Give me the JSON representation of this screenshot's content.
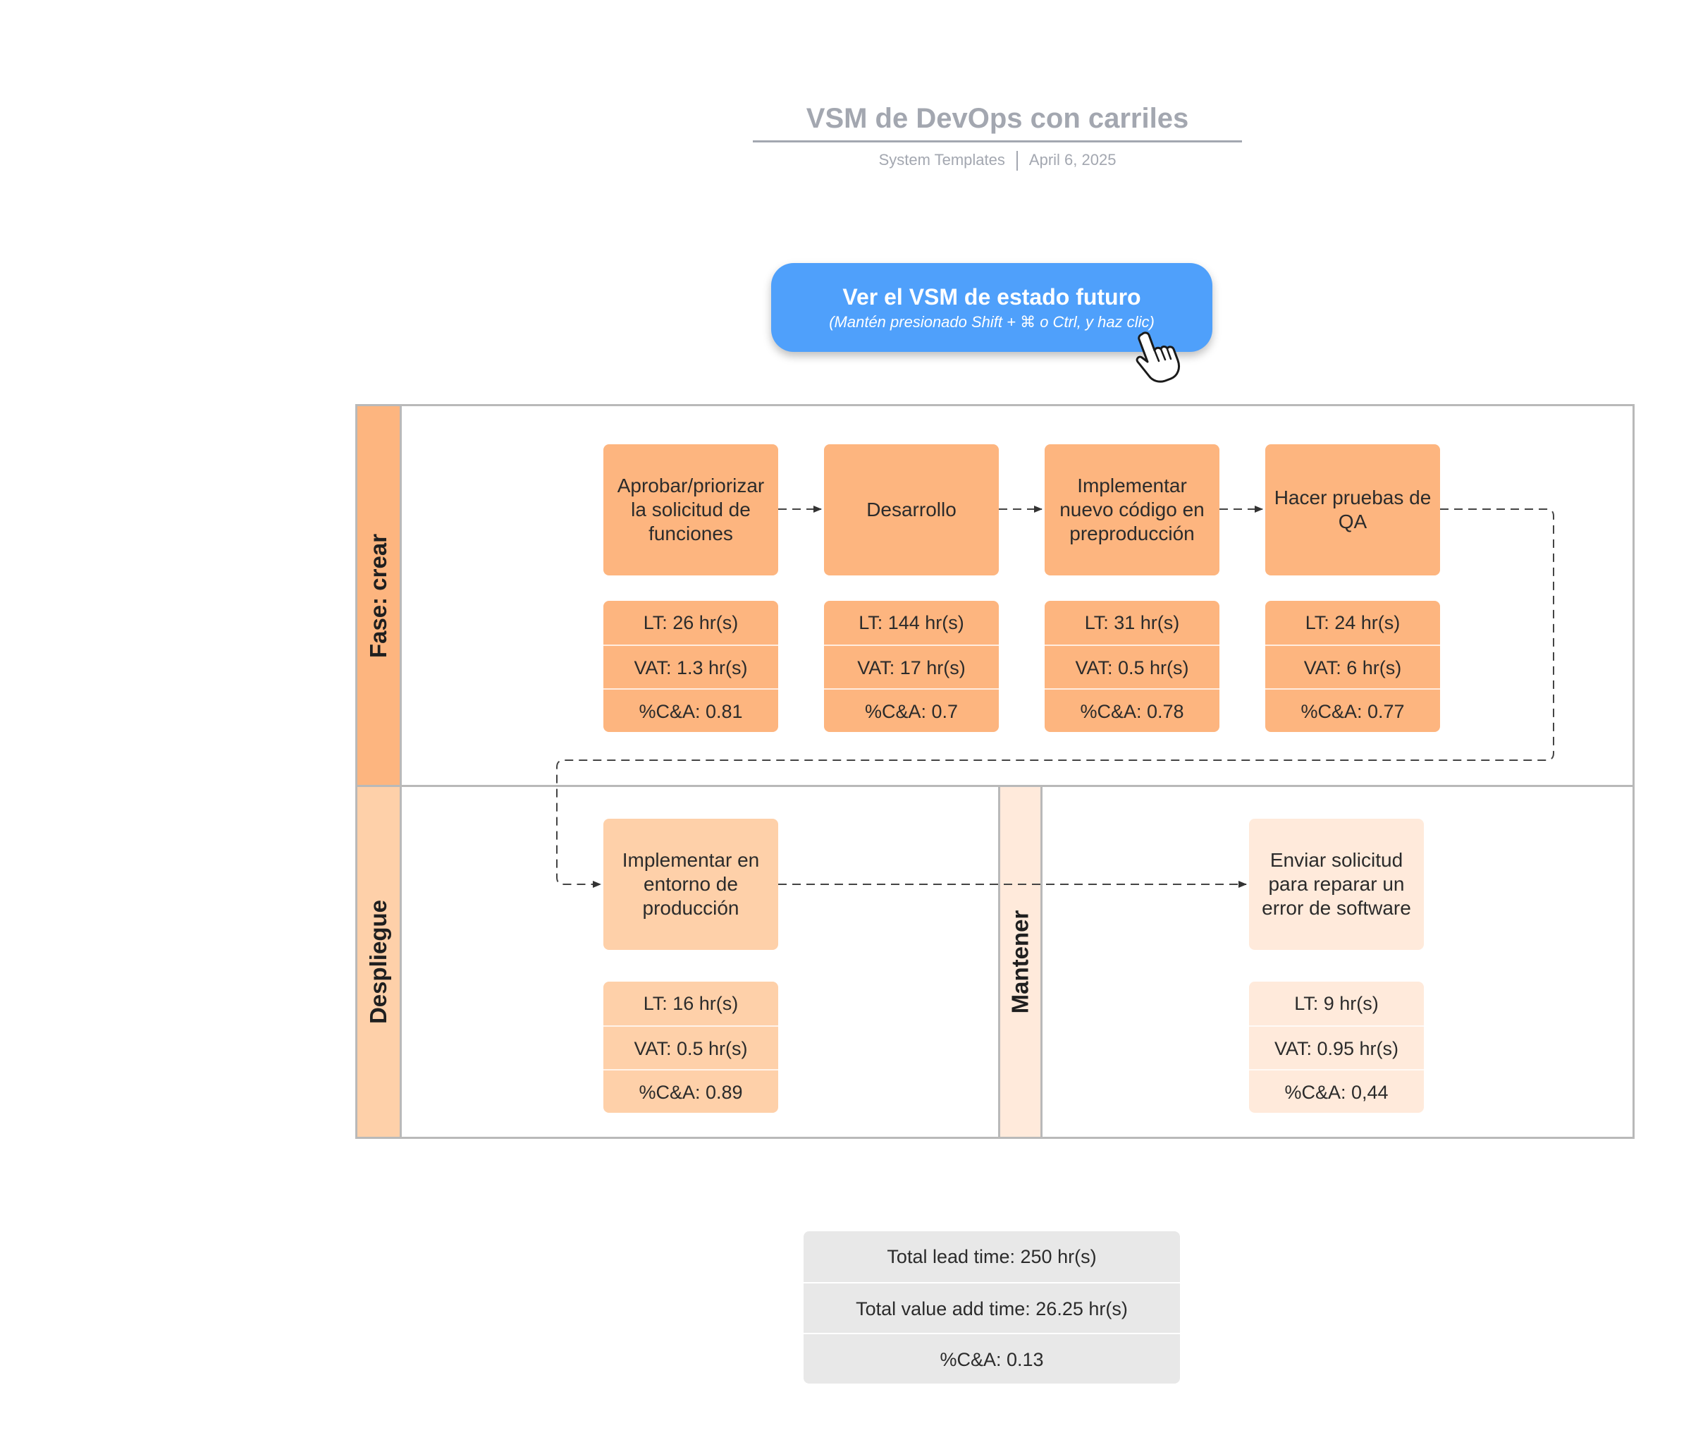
{
  "header": {
    "title": "VSM de DevOps con carriles",
    "author": "System Templates",
    "date": "April 6, 2025"
  },
  "cta": {
    "title": "Ver el VSM de estado futuro",
    "hint": "(Mantén presionado Shift + ⌘ o Ctrl, y haz clic)",
    "color": "#4fa0fb"
  },
  "lanes": {
    "crear": "Fase: crear",
    "despliegue": "Despliegue",
    "mantener": "Mantener"
  },
  "steps": [
    {
      "label": "Aprobar/priorizar la solicitud de funciones",
      "lt": "LT:  26 hr(s)",
      "vat": "VAT:  1.3 hr(s)",
      "ca": "%C&A: 0.81"
    },
    {
      "label": "Desarrollo",
      "lt": "LT:  144 hr(s)",
      "vat": "VAT:  17 hr(s)",
      "ca": "%C&A: 0.7"
    },
    {
      "label": "Implementar nuevo código en preproducción",
      "lt": "LT:  31 hr(s)",
      "vat": "VAT:  0.5 hr(s)",
      "ca": "%C&A: 0.78"
    },
    {
      "label": "Hacer pruebas de QA",
      "lt": "LT:  24 hr(s)",
      "vat": "VAT:  6 hr(s)",
      "ca": "%C&A: 0.77"
    },
    {
      "label": "Implementar en entorno de producción",
      "lt": "LT:  16 hr(s)",
      "vat": "VAT:  0.5 hr(s)",
      "ca": "%C&A: 0.89"
    },
    {
      "label": "Enviar solicitud para reparar un error de software",
      "lt": "LT:  9 hr(s)",
      "vat": "VAT:  0.95 hr(s)",
      "ca": "%C&A: 0,44"
    }
  ],
  "summary": {
    "total_lead": "Total lead time:  250 hr(s)",
    "total_value": "Total value add time: 26.25 hr(s)",
    "ca": "%C&A: 0.13"
  },
  "colors": {
    "crear": "#fdb57f",
    "despliegue": "#fed0a9",
    "mantener": "#ffeadb",
    "summary": "#e8e8e8"
  }
}
